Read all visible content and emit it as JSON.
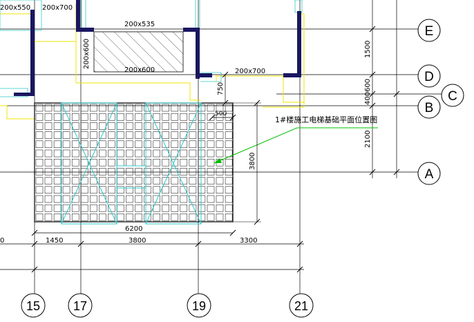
{
  "colors": {
    "background": "#ffffff",
    "wall": "#1a1660",
    "wall_outline": "#f2e600",
    "column": "#2fc8c8",
    "grid_line": "#000000",
    "leader": "#00c000",
    "dim": "#000000"
  },
  "labels": {
    "elevator_plan_title": "1#楼施工电梯基础平面位置图"
  },
  "room_sizes": {
    "top_left_a": "200x550",
    "top_left_b": "200x700",
    "shaft_top": "200x535",
    "shaft_side": "200x600",
    "shaft_bottom": "200x600",
    "right_wall": "200x700"
  },
  "dimensions": {
    "vertical_right": {
      "d1": "1500",
      "d2": "400",
      "d3": "600",
      "d4": "2100"
    },
    "vertical_mid": {
      "d1": "750",
      "d2": "500",
      "d3": "3800"
    },
    "horizontal_base": {
      "total": "6200"
    },
    "horizontal_grid": {
      "left_partial": "0",
      "d1": "1450",
      "d2": "3800",
      "d3": "3300"
    }
  },
  "axes": {
    "rows": [
      "E",
      "D",
      "C",
      "B",
      "A"
    ],
    "columns": [
      "15",
      "17",
      "19",
      "21"
    ]
  }
}
